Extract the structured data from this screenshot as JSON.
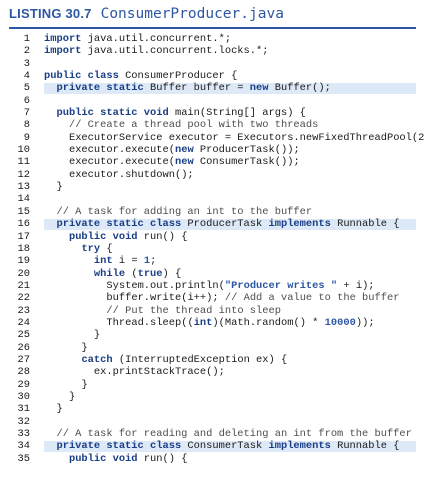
{
  "listing": {
    "label": "LISTING 30.7",
    "title": "ConsumerProducer.java"
  },
  "code_lines": [
    {
      "num": "1",
      "indent": 0,
      "highlight": false,
      "tokens": [
        [
          "kw",
          "import"
        ],
        [
          "tx",
          " java.util.concurrent.*;"
        ]
      ]
    },
    {
      "num": "2",
      "indent": 0,
      "highlight": false,
      "tokens": [
        [
          "kw",
          "import"
        ],
        [
          "tx",
          " java.util.concurrent.locks.*;"
        ]
      ]
    },
    {
      "num": "3",
      "indent": 0,
      "highlight": false,
      "tokens": []
    },
    {
      "num": "4",
      "indent": 0,
      "highlight": false,
      "tokens": [
        [
          "kw",
          "public class"
        ],
        [
          "tx",
          " ConsumerProducer {"
        ]
      ]
    },
    {
      "num": "5",
      "indent": 2,
      "highlight": true,
      "tokens": [
        [
          "kw",
          "private static"
        ],
        [
          "tx",
          " Buffer buffer = "
        ],
        [
          "kw",
          "new"
        ],
        [
          "tx",
          " Buffer();"
        ]
      ]
    },
    {
      "num": "6",
      "indent": 0,
      "highlight": false,
      "tokens": []
    },
    {
      "num": "7",
      "indent": 2,
      "highlight": false,
      "tokens": [
        [
          "kw",
          "public static void"
        ],
        [
          "tx",
          " main(String[] args) {"
        ]
      ]
    },
    {
      "num": "8",
      "indent": 4,
      "highlight": false,
      "tokens": [
        [
          "cm",
          "// Create a thread pool with two threads"
        ]
      ]
    },
    {
      "num": "9",
      "indent": 4,
      "highlight": false,
      "tokens": [
        [
          "tx",
          "ExecutorService executor = Executors.newFixedThreadPool(2"
        ]
      ]
    },
    {
      "num": "10",
      "indent": 4,
      "highlight": false,
      "tokens": [
        [
          "tx",
          "executor.execute("
        ],
        [
          "kw",
          "new"
        ],
        [
          "tx",
          " ProducerTask());"
        ]
      ]
    },
    {
      "num": "11",
      "indent": 4,
      "highlight": false,
      "tokens": [
        [
          "tx",
          "executor.execute("
        ],
        [
          "kw",
          "new"
        ],
        [
          "tx",
          " ConsumerTask());"
        ]
      ]
    },
    {
      "num": "12",
      "indent": 4,
      "highlight": false,
      "tokens": [
        [
          "tx",
          "executor.shutdown();"
        ]
      ]
    },
    {
      "num": "13",
      "indent": 2,
      "highlight": false,
      "tokens": [
        [
          "tx",
          "}"
        ]
      ]
    },
    {
      "num": "14",
      "indent": 0,
      "highlight": false,
      "tokens": []
    },
    {
      "num": "15",
      "indent": 2,
      "highlight": false,
      "tokens": [
        [
          "cm",
          "// A task for adding an int to the buffer"
        ]
      ]
    },
    {
      "num": "16",
      "indent": 2,
      "highlight": true,
      "tokens": [
        [
          "kw",
          "private static class"
        ],
        [
          "tx",
          " ProducerTask "
        ],
        [
          "kw",
          "implements"
        ],
        [
          "tx",
          " Runnable {"
        ]
      ]
    },
    {
      "num": "17",
      "indent": 4,
      "highlight": false,
      "tokens": [
        [
          "kw",
          "public void"
        ],
        [
          "tx",
          " run() {"
        ]
      ]
    },
    {
      "num": "18",
      "indent": 6,
      "highlight": false,
      "tokens": [
        [
          "kw",
          "try"
        ],
        [
          "tx",
          " {"
        ]
      ]
    },
    {
      "num": "19",
      "indent": 8,
      "highlight": false,
      "tokens": [
        [
          "kw",
          "int"
        ],
        [
          "tx",
          " i = "
        ],
        [
          "nm",
          "1"
        ],
        [
          "tx",
          ";"
        ]
      ]
    },
    {
      "num": "20",
      "indent": 8,
      "highlight": false,
      "tokens": [
        [
          "kw",
          "while"
        ],
        [
          "tx",
          " ("
        ],
        [
          "kw",
          "true"
        ],
        [
          "tx",
          ") {"
        ]
      ]
    },
    {
      "num": "21",
      "indent": 10,
      "highlight": false,
      "tokens": [
        [
          "tx",
          "System.out.println("
        ],
        [
          "st",
          "\"Producer writes \""
        ],
        [
          "tx",
          " + i);"
        ]
      ]
    },
    {
      "num": "22",
      "indent": 10,
      "highlight": false,
      "tokens": [
        [
          "tx",
          "buffer.write(i++); "
        ],
        [
          "cm",
          "// Add a value to the buffer"
        ]
      ]
    },
    {
      "num": "23",
      "indent": 10,
      "highlight": false,
      "tokens": [
        [
          "cm",
          "// Put the thread into sleep"
        ]
      ]
    },
    {
      "num": "24",
      "indent": 10,
      "highlight": false,
      "tokens": [
        [
          "tx",
          "Thread.sleep(("
        ],
        [
          "kw",
          "int"
        ],
        [
          "tx",
          ")(Math.random() * "
        ],
        [
          "nm",
          "10000"
        ],
        [
          "tx",
          "));"
        ]
      ]
    },
    {
      "num": "25",
      "indent": 8,
      "highlight": false,
      "tokens": [
        [
          "tx",
          "}"
        ]
      ]
    },
    {
      "num": "26",
      "indent": 6,
      "highlight": false,
      "tokens": [
        [
          "tx",
          "}"
        ]
      ]
    },
    {
      "num": "27",
      "indent": 6,
      "highlight": false,
      "tokens": [
        [
          "kw",
          "catch"
        ],
        [
          "tx",
          " (InterruptedException ex) {"
        ]
      ]
    },
    {
      "num": "28",
      "indent": 8,
      "highlight": false,
      "tokens": [
        [
          "tx",
          "ex.printStackTrace();"
        ]
      ]
    },
    {
      "num": "29",
      "indent": 6,
      "highlight": false,
      "tokens": [
        [
          "tx",
          "}"
        ]
      ]
    },
    {
      "num": "30",
      "indent": 4,
      "highlight": false,
      "tokens": [
        [
          "tx",
          "}"
        ]
      ]
    },
    {
      "num": "31",
      "indent": 2,
      "highlight": false,
      "tokens": [
        [
          "tx",
          "}"
        ]
      ]
    },
    {
      "num": "32",
      "indent": 0,
      "highlight": false,
      "tokens": []
    },
    {
      "num": "33",
      "indent": 2,
      "highlight": false,
      "tokens": [
        [
          "cm",
          "// A task for reading and deleting an int from the buffer"
        ]
      ]
    },
    {
      "num": "34",
      "indent": 2,
      "highlight": true,
      "tokens": [
        [
          "kw",
          "private static class"
        ],
        [
          "tx",
          " ConsumerTask "
        ],
        [
          "kw",
          "implements"
        ],
        [
          "tx",
          " Runnable {"
        ]
      ]
    },
    {
      "num": "35",
      "indent": 4,
      "highlight": false,
      "tokens": [
        [
          "kw",
          "public void"
        ],
        [
          "tx",
          " run() {"
        ]
      ]
    }
  ],
  "colors": {
    "accent": "#2d57a3",
    "keyword": "#1a3e86",
    "highlight_bg": "#dde9f6",
    "text": "#1a1a1a"
  }
}
